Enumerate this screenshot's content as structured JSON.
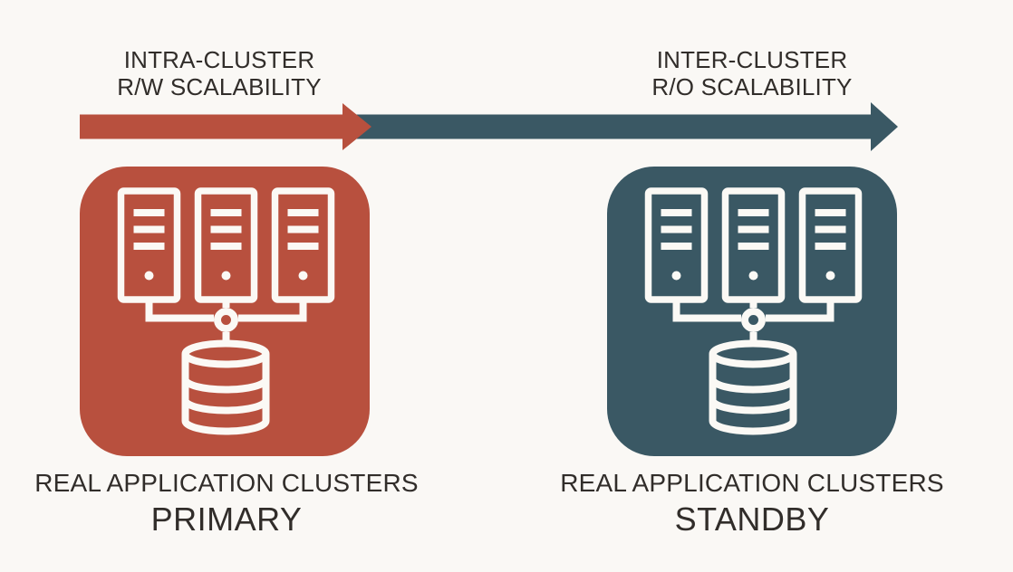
{
  "colors": {
    "background": "#FAF8F5",
    "text": "#312D2A",
    "primary_red": "#B8503E",
    "standby_teal": "#3A5864",
    "icon_stroke": "#FBF9F5"
  },
  "header": {
    "intra_cluster": {
      "line1": "INTRA-CLUSTER",
      "line2": "R/W SCALABILITY"
    },
    "inter_cluster": {
      "line1": "INTER-CLUSTER",
      "line2": "R/O SCALABILITY"
    }
  },
  "clusters": {
    "primary": {
      "name": "REAL APPLICATION CLUSTERS",
      "role": "PRIMARY",
      "icon": "servers-database-cluster-icon"
    },
    "standby": {
      "name": "REAL APPLICATION CLUSTERS",
      "role": "STANDBY",
      "icon": "servers-database-cluster-icon"
    }
  }
}
